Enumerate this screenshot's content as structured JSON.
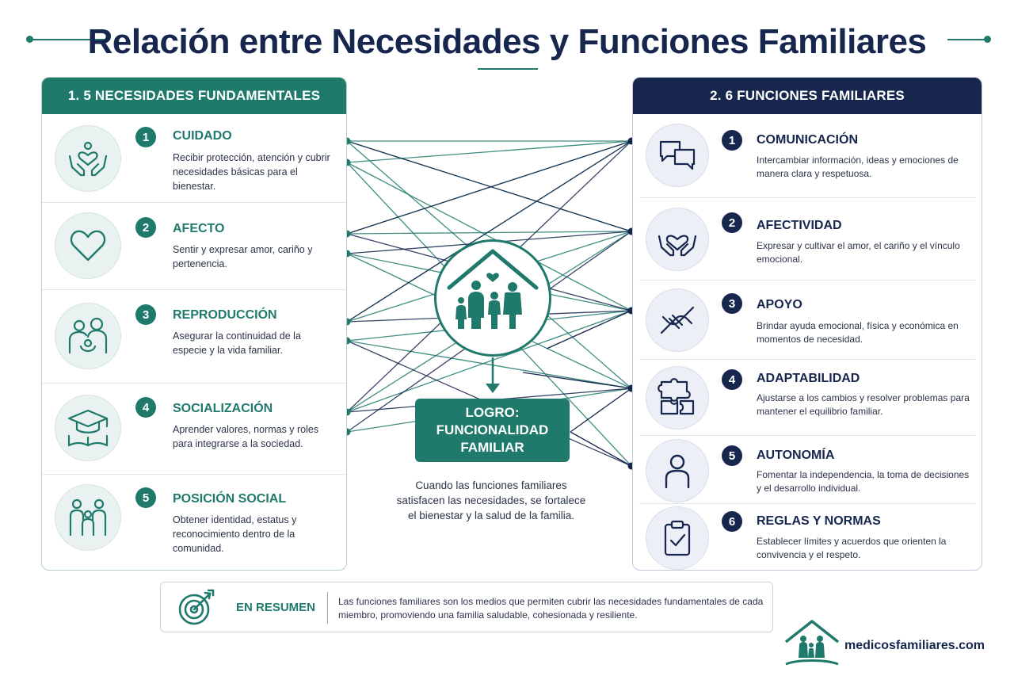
{
  "title": "Relación entre Necesidades y Funciones Familiares",
  "colors": {
    "teal": "#1f7a6c",
    "navy": "#16264d"
  },
  "left_panel": {
    "heading": "1.  5 NECESIDADES FUNDAMENTALES",
    "items": [
      {
        "num": "1",
        "title": "CUIDADO",
        "desc": "Recibir protección, atención y cubrir necesidades básicas para el bienestar.",
        "icon": "hands-heart-icon"
      },
      {
        "num": "2",
        "title": "AFECTO",
        "desc": "Sentir y expresar amor, cariño y pertenencia.",
        "icon": "heart-icon"
      },
      {
        "num": "3",
        "title": "REPRODUCCIÓN",
        "desc": "Asegurar la continuidad de la especie y la vida familiar.",
        "icon": "parents-baby-icon"
      },
      {
        "num": "4",
        "title": "SOCIALIZACIÓN",
        "desc": "Aprender valores, normas y roles para integrarse a la sociedad.",
        "icon": "graduation-book-icon"
      },
      {
        "num": "5",
        "title": "POSICIÓN SOCIAL",
        "desc": "Obtener identidad, estatus y reconocimiento dentro de la comunidad.",
        "icon": "family-group-icon"
      }
    ]
  },
  "right_panel": {
    "heading": "2. 6 FUNCIONES FAMILIARES",
    "items": [
      {
        "num": "1",
        "title": "COMUNICACIÓN",
        "desc": "Intercambiar información, ideas y emociones de manera clara y respetuosa.",
        "icon": "speech-bubbles-icon"
      },
      {
        "num": "2",
        "title": "AFECTIVIDAD",
        "desc": "Expresar y cultivar el amor, el cariño y el vínculo emocional.",
        "icon": "hands-heart-icon"
      },
      {
        "num": "3",
        "title": "APOYO",
        "desc": "Brindar ayuda emocional, física y económica en momentos de necesidad.",
        "icon": "handshake-icon"
      },
      {
        "num": "4",
        "title": "ADAPTABILIDAD",
        "desc": "Ajustarse a los cambios y resolver problemas para mantener el equilibrio familiar.",
        "icon": "puzzle-icon"
      },
      {
        "num": "5",
        "title": "AUTONOMÍA",
        "desc": "Fomentar la independencia, la toma de decisiones y el desarrollo individual.",
        "icon": "person-icon"
      },
      {
        "num": "6",
        "title": "REGLAS Y NORMAS",
        "desc": "Establecer límites y acuerdos que orienten la convivencia y el respeto.",
        "icon": "clipboard-check-icon"
      }
    ]
  },
  "center": {
    "icon": "house-family-icon",
    "logro_lines": [
      "LOGRO:",
      "FUNCIONALIDAD",
      "FAMILIAR"
    ],
    "text": "Cuando las funciones familiares satisfacen las necesidades, se fortalece el bienestar y la salud de la familia."
  },
  "summary": {
    "icon": "target-icon",
    "label": "EN RESUMEN",
    "text": "Las funciones familiares son los medios que permiten cubrir las necesidades fundamentales de cada miembro, promoviendo una familia saludable, cohesionada y resiliente."
  },
  "brand": {
    "icon": "house-family-logo-icon",
    "text": "medicosfamiliares.com"
  }
}
